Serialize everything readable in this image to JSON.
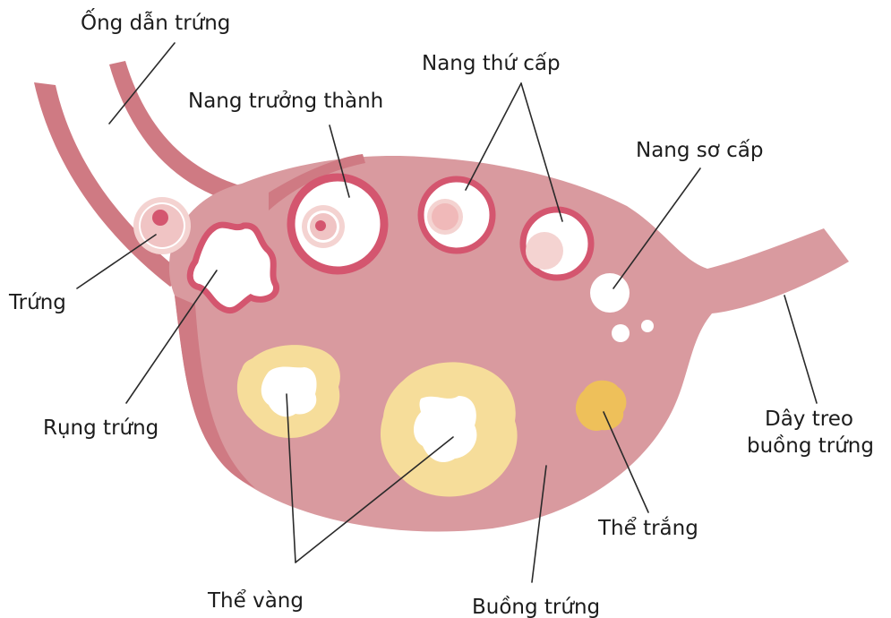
{
  "labels": {
    "oviduct": "Ống dẫn trứng",
    "mature_follicle": "Nang trưởng thành",
    "secondary_follicle": "Nang thứ cấp",
    "primary_follicle": "Nang sơ cấp",
    "egg": "Trứng",
    "ovulation": "Rụng trứng",
    "ligament_line1": "Dây treo",
    "ligament_line2": "buồng trứng",
    "corpus_albicans": "Thể trắng",
    "corpus_luteum": "Thể vàng",
    "ovary": "Buồng trứng"
  },
  "colors": {
    "ovary_fill": "#d99a9f",
    "tube_fill": "#cf7a83",
    "follicle_ring": "#d4566f",
    "follicle_light": "#f4d3d1",
    "corpus_luteum_outer": "#f6dd9a",
    "corpus_luteum_inner": "#efcd73",
    "corpus_albicans": "#eec05a",
    "label_text": "#1c1c1c"
  }
}
